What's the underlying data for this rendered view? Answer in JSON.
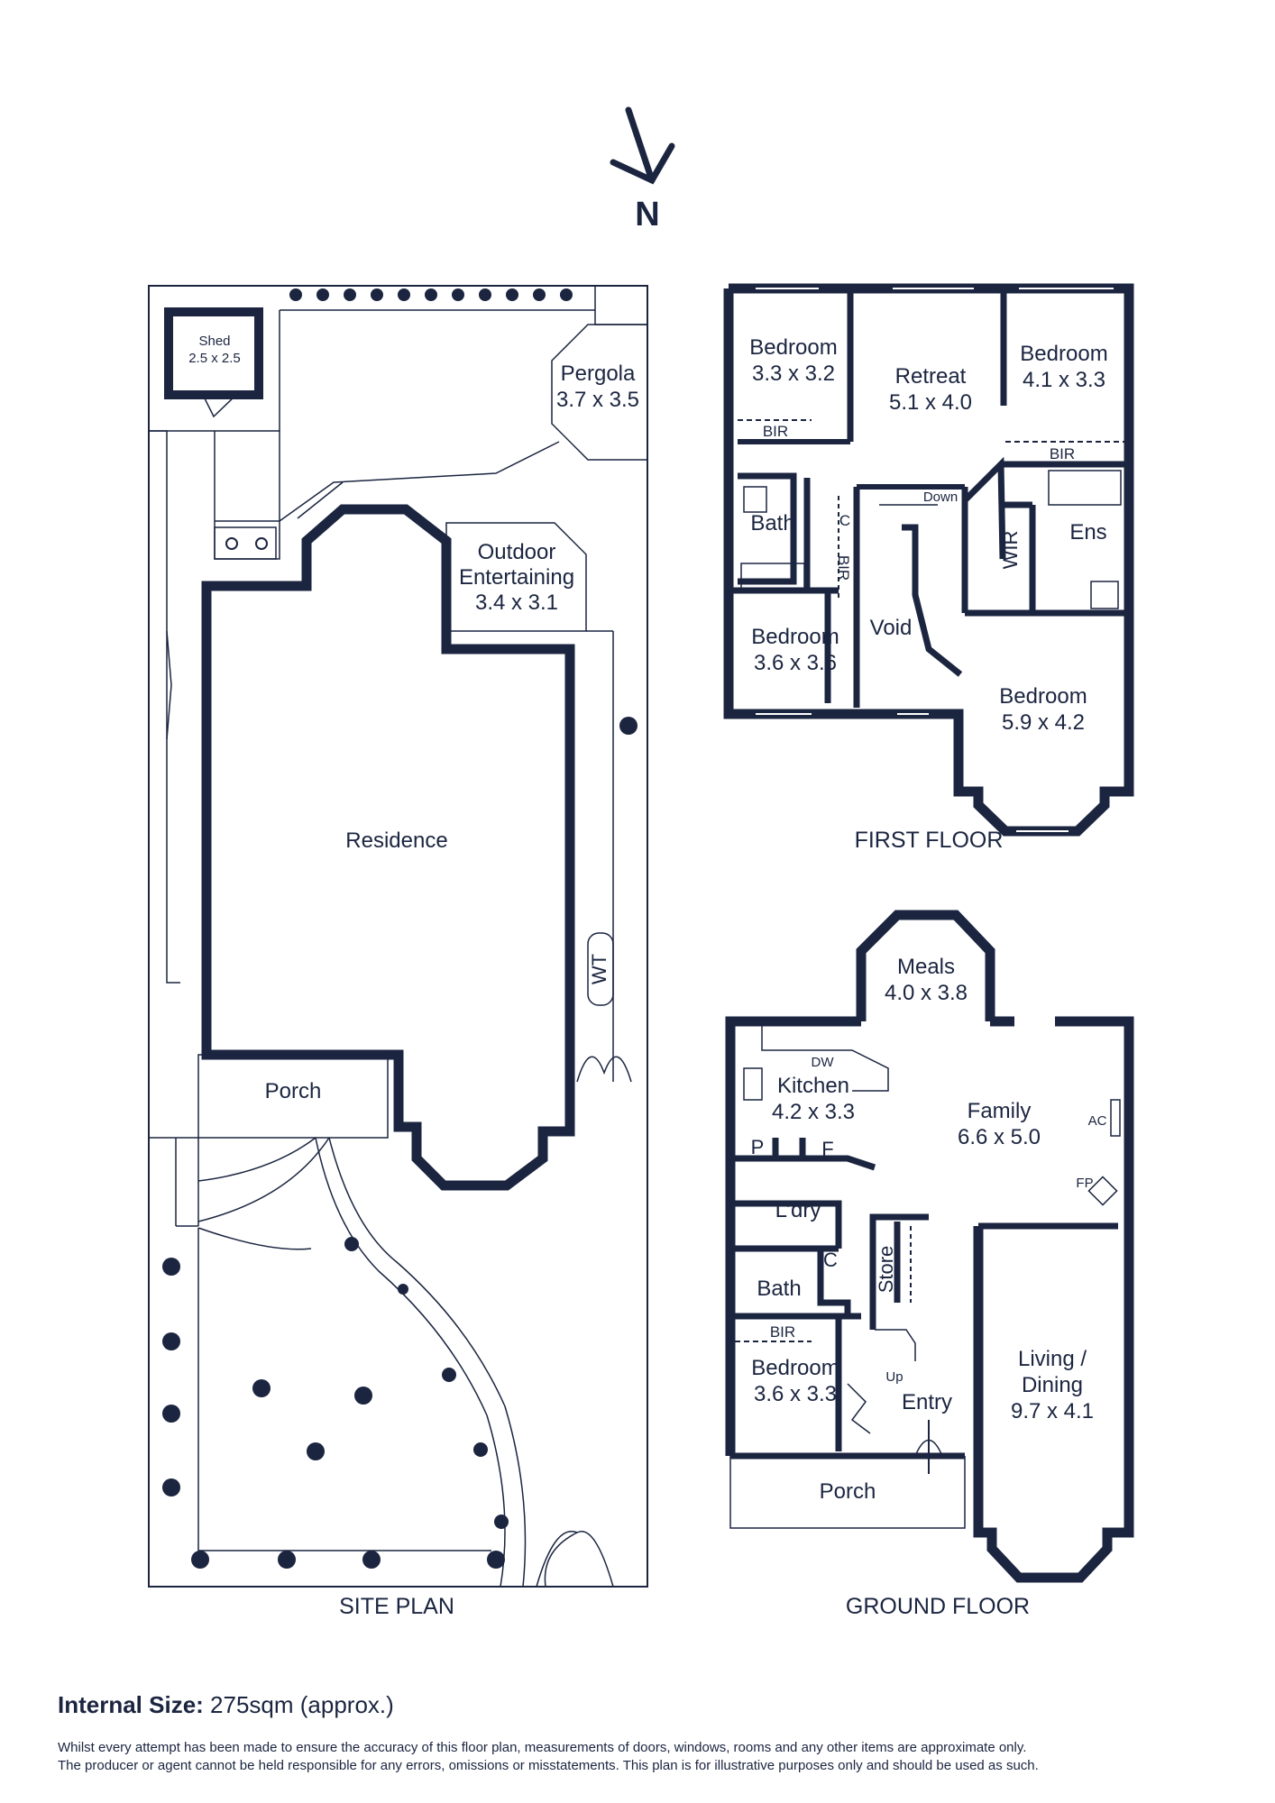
{
  "north": "N",
  "site_plan": {
    "label": "SITE PLAN",
    "shed": [
      "Shed",
      "2.5 x 2.5"
    ],
    "pergola": [
      "Pergola",
      "3.7 x 3.5"
    ],
    "outdoor": [
      "Outdoor",
      "Entertaining",
      "3.4 x 3.1"
    ],
    "residence": "Residence",
    "porch": "Porch",
    "wt": "WT"
  },
  "first_floor": {
    "label": "FIRST FLOOR",
    "bedroom_nw": [
      "Bedroom",
      "3.3 x 3.2"
    ],
    "retreat": [
      "Retreat",
      "5.1 x 4.0"
    ],
    "bedroom_ne": [
      "Bedroom",
      "4.1 x 3.3"
    ],
    "bir_a": "BIR",
    "bir_b": "BIR",
    "bir_c": "BIR",
    "bath": "Bath",
    "c": "C",
    "down": "Down",
    "wir": "WIR",
    "ens": "Ens",
    "void": "Void",
    "bedroom_sw": [
      "Bedroom",
      "3.6 x 3.6"
    ],
    "bedroom_se": [
      "Bedroom",
      "5.9 x 4.2"
    ]
  },
  "ground_floor": {
    "label": "GROUND FLOOR",
    "meals": [
      "Meals",
      "4.0 x 3.8"
    ],
    "dw": "DW",
    "kitchen": [
      "Kitchen",
      "4.2 x 3.3"
    ],
    "family": [
      "Family",
      "6.6 x 5.0"
    ],
    "ac": "AC",
    "fp": "FP",
    "p": "P",
    "f": "F",
    "ldry": "L’dry",
    "c": "C",
    "bath": "Bath",
    "store": "Store",
    "bir": "BIR",
    "bedroom": [
      "Bedroom",
      "3.6 x 3.3"
    ],
    "up": "Up",
    "entry": "Entry",
    "living": [
      "Living /",
      "Dining",
      "9.7 x 4.1"
    ],
    "porch": "Porch"
  },
  "footer": {
    "size_label": "Internal Size:",
    "size_value": " 275sqm (approx.)",
    "disclaimer_1": "Whilst every attempt has been made to ensure the accuracy of this floor plan, measurements of doors, windows, rooms and any other items are approximate only.",
    "disclaimer_2": "The producer or agent cannot be held responsible for any errors, omissions or misstatements. This plan is for illustrative purposes only and should be used as such."
  },
  "colors": {
    "ink": "#1b2540",
    "paper": "#ffffff"
  }
}
